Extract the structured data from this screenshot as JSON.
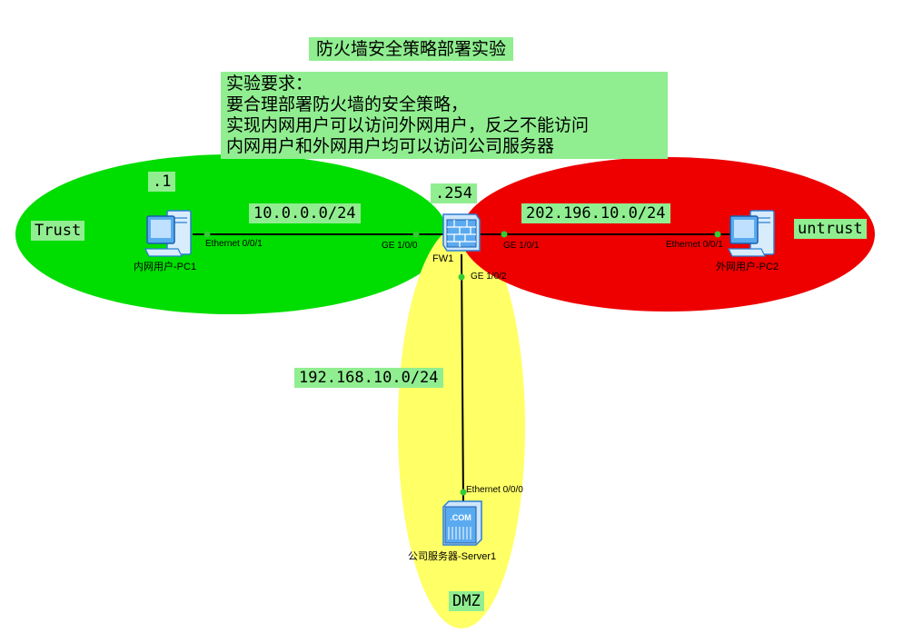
{
  "title": "防火墙安全策略部署实验",
  "requirements": {
    "heading": "实验要求：",
    "lines": [
      "要合理部署防火墙的安全策略，",
      "实现内网用户可以访问外网用户，反之不能访问",
      "内网用户和外网用户均可以访问公司服务器"
    ]
  },
  "zones": {
    "trust": {
      "label": "Trust",
      "color": "#00dd00"
    },
    "untrust": {
      "label": "untrust",
      "color": "#ee0000"
    },
    "dmz": {
      "label": "DMZ",
      "color": "#ffff66"
    }
  },
  "networks": {
    "trust": "10.0.0.0/24",
    "untrust": "202.196.10.0/24",
    "dmz": "192.168.10.0/24"
  },
  "hosts": {
    "pc1_suffix": ".1",
    "fw_suffix": ".254"
  },
  "devices": {
    "pc1": {
      "name": "内网用户-PC1",
      "port": "Ethernet 0/0/1",
      "icon": "pc-icon"
    },
    "fw1": {
      "name": "FW1",
      "ports": {
        "g0": "GE 1/0/0",
        "g1": "GE 1/0/1",
        "g2": "GE 1/0/2"
      },
      "icon": "firewall-icon"
    },
    "pc2": {
      "name": "外网用户-PC2",
      "port": "Ethernet 0/0/1",
      "icon": "pc-icon"
    },
    "server1": {
      "name": "公司服务器-Server1",
      "port": "Ethernet 0/0/0",
      "icon": "server-icon",
      "badge": ".COM"
    }
  },
  "colors": {
    "label_bg": "#90ee90",
    "link": "#000000",
    "port_dot": "#33cc33",
    "device_blue": "#2b7fd6"
  }
}
